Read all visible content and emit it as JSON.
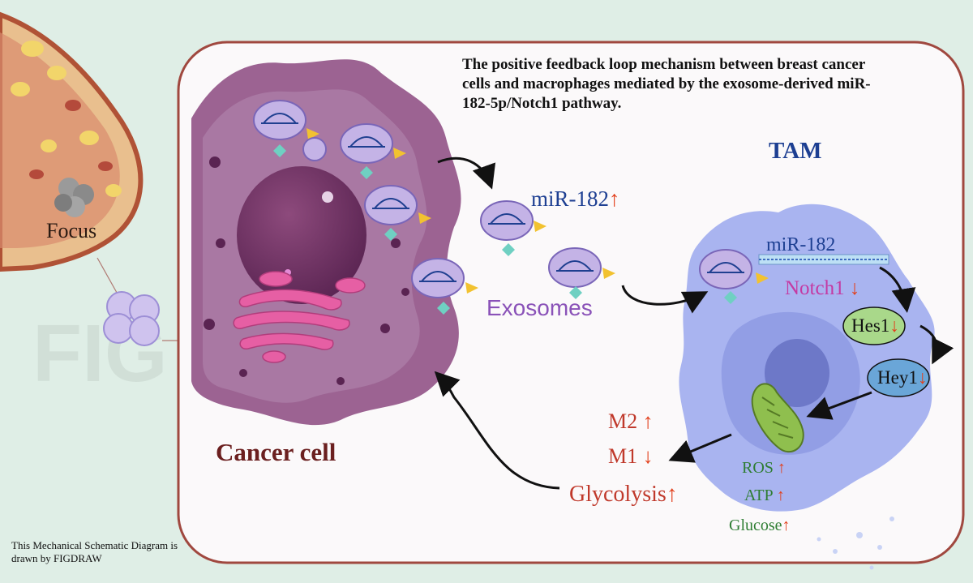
{
  "title": "The positive feedback loop mechanism between breast cancer cells and macrophages mediated by the exosome-derived miR-182-5p/Notch1 pathway.",
  "labels": {
    "tam": "TAM",
    "focus": "Focus",
    "cancer_cell": "Cancer cell",
    "exosomes": "Exosomes",
    "mir182_up": "miR-182",
    "mir182": "miR-182",
    "notch1": "Notch1",
    "hes1": "Hes1",
    "hey1": "Hey1",
    "m2": "M2",
    "m1": "M1",
    "glycolysis": "Glycolysis",
    "ros": "ROS",
    "atp": "ATP",
    "glucose": "Glucose"
  },
  "arrows": {
    "up": "↑",
    "down": "↓"
  },
  "credit": "This Mechanical Schematic Diagram is drawn by FIGDRAW",
  "colors": {
    "background": "#dfeee6",
    "panel_border": "#a0483f",
    "cancer_cell": "#9a5d8c",
    "tam_cell": "#a9b4f0",
    "exosome": "#c4b3e6",
    "regulation_arrow": "#e2401c",
    "metabolite_text": "#2e7d32"
  }
}
